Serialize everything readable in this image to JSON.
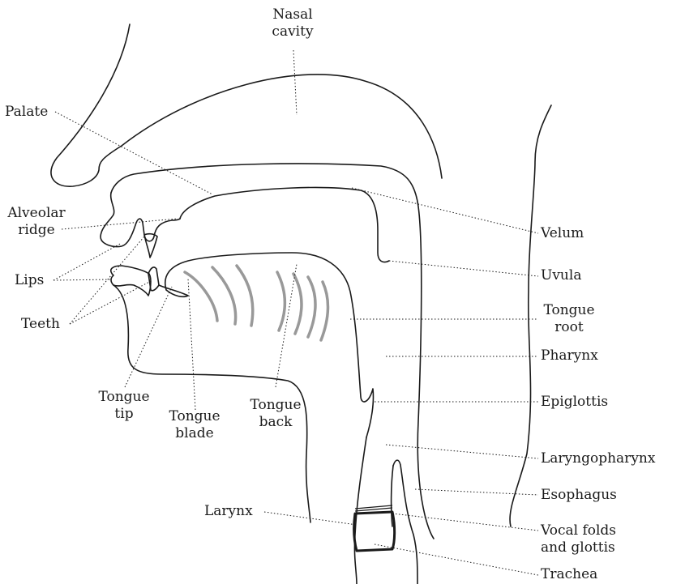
{
  "labels": {
    "nasal_cavity": [
      "Nasal",
      "cavity"
    ],
    "palate": "Palate",
    "alveolar_ridge": [
      "Alveolar",
      "ridge"
    ],
    "lips": "Lips",
    "teeth": "Teeth",
    "tongue_tip": [
      "Tongue",
      "tip"
    ],
    "tongue_blade": [
      "Tongue",
      "blade"
    ],
    "tongue_back": [
      "Tongue",
      "back"
    ],
    "larynx": "Larynx",
    "velum": "Velum",
    "uvula": "Uvula",
    "tongue_root": [
      "Tongue",
      "root"
    ],
    "pharynx": "Pharynx",
    "epiglottis": "Epiglottis",
    "laryngopharynx": "Laryngopharynx",
    "esophagus": "Esophagus",
    "vocal_folds": [
      "Vocal folds",
      "and glottis"
    ],
    "trachea": "Trachea"
  },
  "colors": {
    "outline": "#1a1a1a",
    "muscle": "#999999",
    "background": "#ffffff"
  }
}
